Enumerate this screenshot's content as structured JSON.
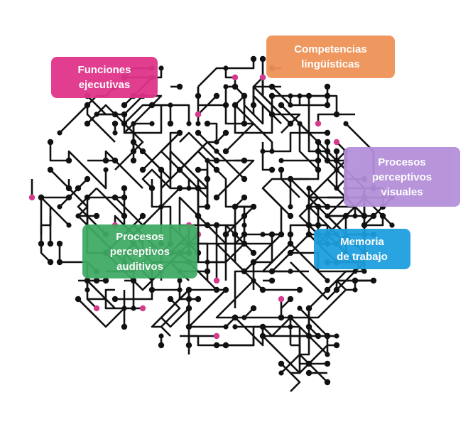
{
  "labels": {
    "funciones": {
      "lines": [
        "Funciones",
        "ejecutivas"
      ],
      "color": "#e0338a"
    },
    "competencias": {
      "lines": [
        "Competencias",
        "lingüísticas"
      ],
      "color": "#ee9154"
    },
    "visuales": {
      "lines": [
        "Procesos",
        "perceptivos",
        "visuales"
      ],
      "color": "#b48fd9"
    },
    "memoria": {
      "lines": [
        "Memoria",
        "de trabajo"
      ],
      "color": "#1d9fdf"
    },
    "auditivos": {
      "lines": [
        "Procesos",
        "perceptivos",
        "auditivos"
      ],
      "color": "#3faa63"
    }
  },
  "colors": {
    "circuit": "#111111",
    "node_accent": "#d63a8c"
  }
}
